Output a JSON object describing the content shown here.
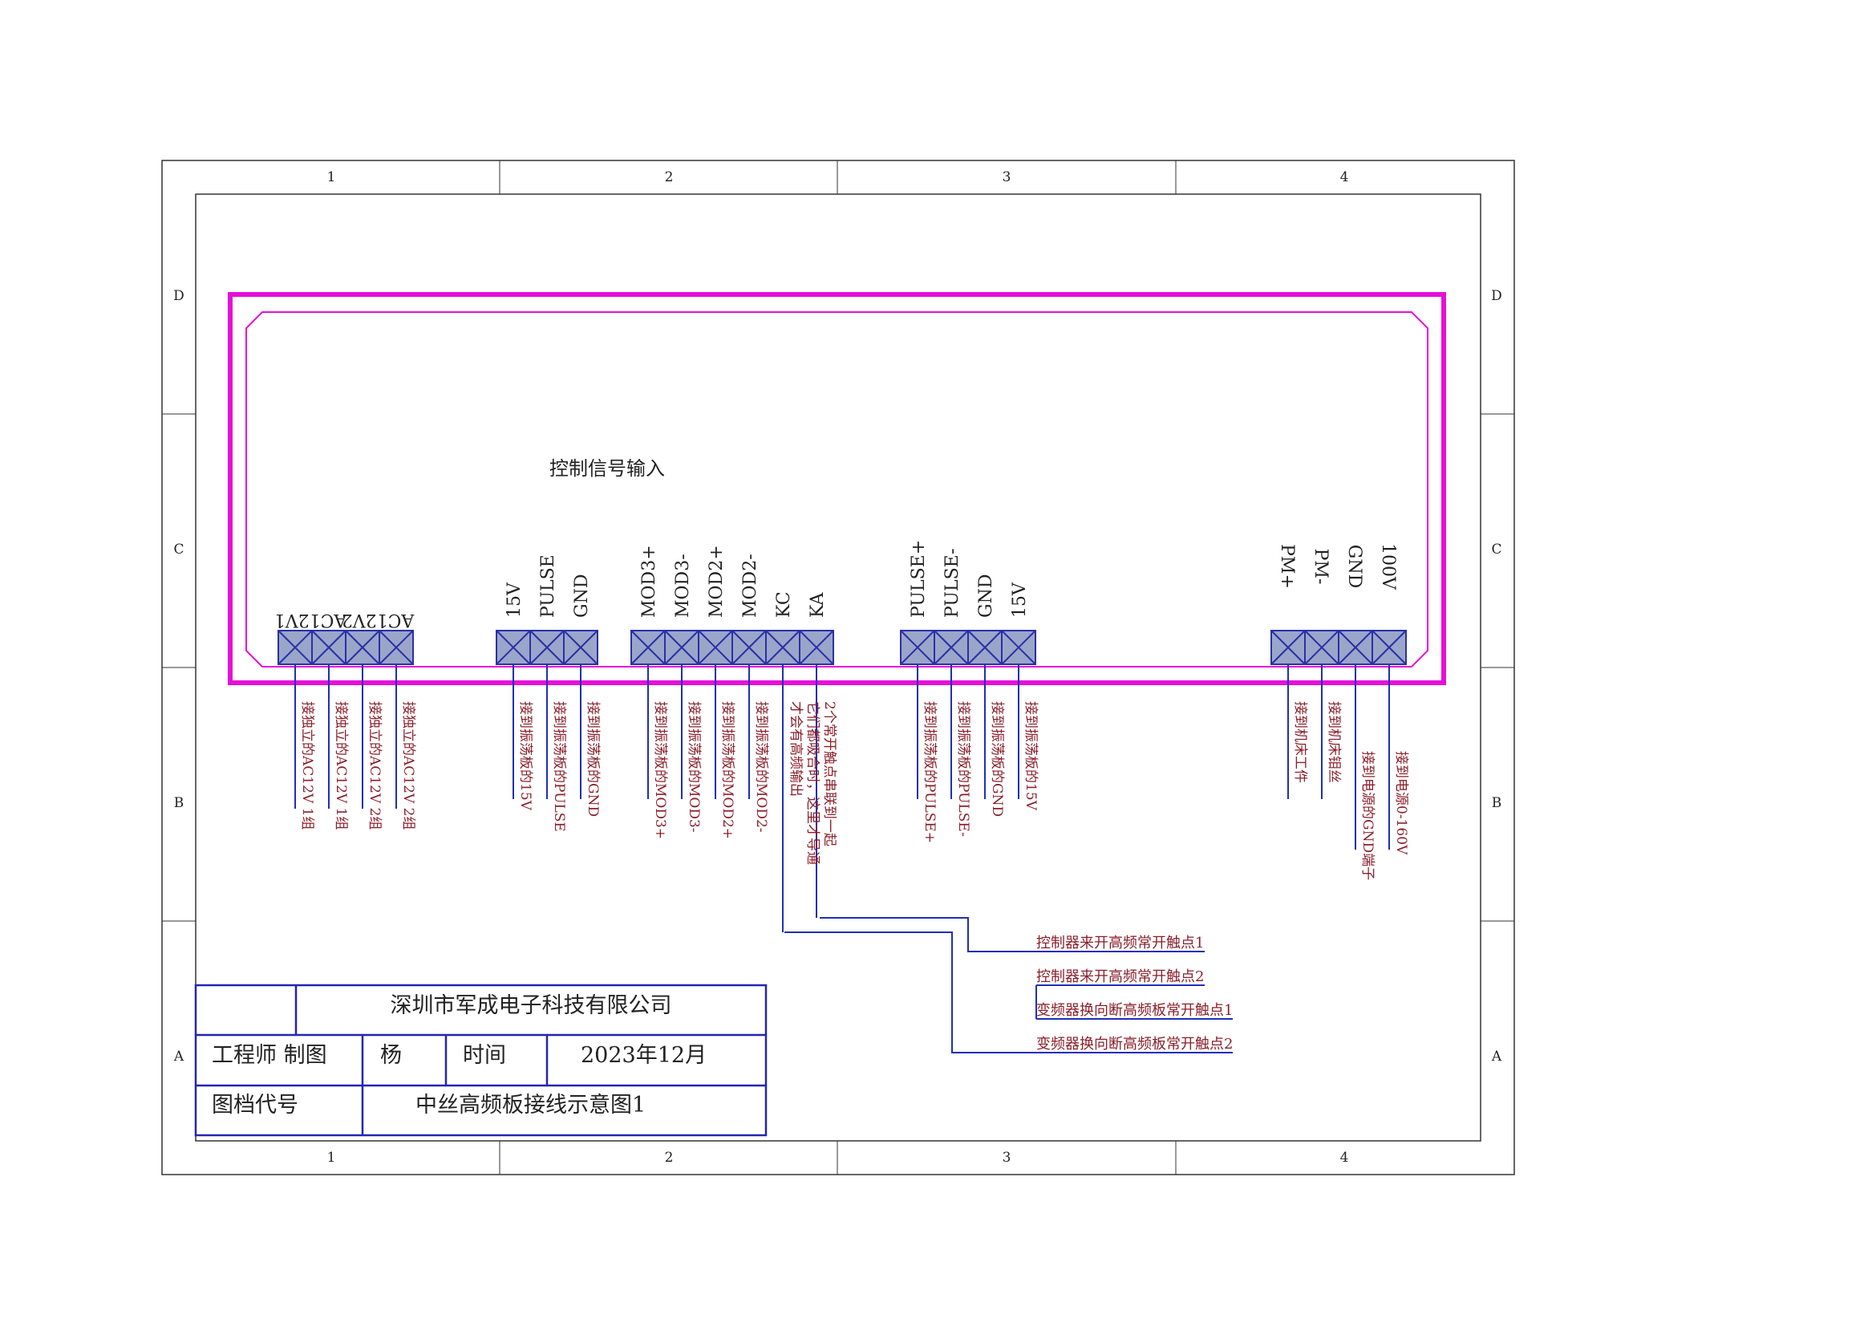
{
  "sheet": {
    "column_labels": [
      "1",
      "2",
      "3",
      "4"
    ],
    "row_labels": [
      "D",
      "C",
      "B",
      "A"
    ]
  },
  "board": {
    "title": "控制信号输入"
  },
  "groups": [
    {
      "id": "ac",
      "terminals": [
        {
          "label": "AC12V1",
          "note": "接独立的AC12V 1组"
        },
        {
          "label": "",
          "note": "接独立的AC12V 1组"
        },
        {
          "label": "AC12V2",
          "note": "接独立的AC12V 2组"
        },
        {
          "label": "",
          "note": "接独立的AC12V 2组"
        }
      ]
    },
    {
      "id": "osc1",
      "terminals": [
        {
          "label": "15V",
          "note": "接到振荡板的15V"
        },
        {
          "label": "PULSE",
          "note": "接到振荡板的PULSE"
        },
        {
          "label": "GND",
          "note": "接到振荡板的GND"
        }
      ]
    },
    {
      "id": "mod",
      "terminals": [
        {
          "label": "MOD3+",
          "note": "接到振荡板的MOD3+"
        },
        {
          "label": "MOD3-",
          "note": "接到振荡板的MOD3-"
        },
        {
          "label": "MOD2+",
          "note": "接到振荡板的MOD2+"
        },
        {
          "label": "MOD2-",
          "note": "接到振荡板的MOD2-"
        },
        {
          "label": "KC",
          "note": ""
        },
        {
          "label": "KA",
          "note": ""
        }
      ]
    },
    {
      "id": "osc2",
      "terminals": [
        {
          "label": "PULSE+",
          "note": "接到振荡板的PULSE+"
        },
        {
          "label": "PULSE-",
          "note": "接到振荡板的PULSE-"
        },
        {
          "label": "GND",
          "note": "接到振荡板的GND"
        },
        {
          "label": "15V",
          "note": "接到振荡板的15V"
        }
      ]
    },
    {
      "id": "pm",
      "terminals": [
        {
          "label": "PM+",
          "note": "接到机床工件"
        },
        {
          "label": "PM-",
          "note": "接到机床钼丝"
        },
        {
          "label": "GND",
          "note": "接到电源的GND端子"
        },
        {
          "label": "100V",
          "note": "接到电源0-160V"
        }
      ]
    }
  ],
  "kc_ka_note": {
    "line1": "2个常开触点串联到一起",
    "line2": "它们都吸合时，这里才导通",
    "line3": "才会有高频输出"
  },
  "contacts": [
    "控制器来开高频常开触点1",
    "控制器来开高频常开触点2",
    "变频器换向断高频板常开触点1",
    "变频器换向断高频板常开触点2"
  ],
  "title_block": {
    "company": "深圳市军成电子科技有限公司",
    "role_label": "工程师 制图",
    "engineer": "杨",
    "time_label": "时间",
    "date": "2023年12月",
    "drawing_code_label": "图档代号",
    "drawing_name": "中丝高频板接线示意图1"
  },
  "colors": {
    "frame": "#333333",
    "board_outline": "#e60fd9",
    "terminal_fill": "#9aa6c9",
    "terminal_stroke": "#2b2fa8",
    "wire": "#1f2fb5",
    "note_text": "#8a1f2a",
    "title_block_stroke": "#2424b4"
  }
}
